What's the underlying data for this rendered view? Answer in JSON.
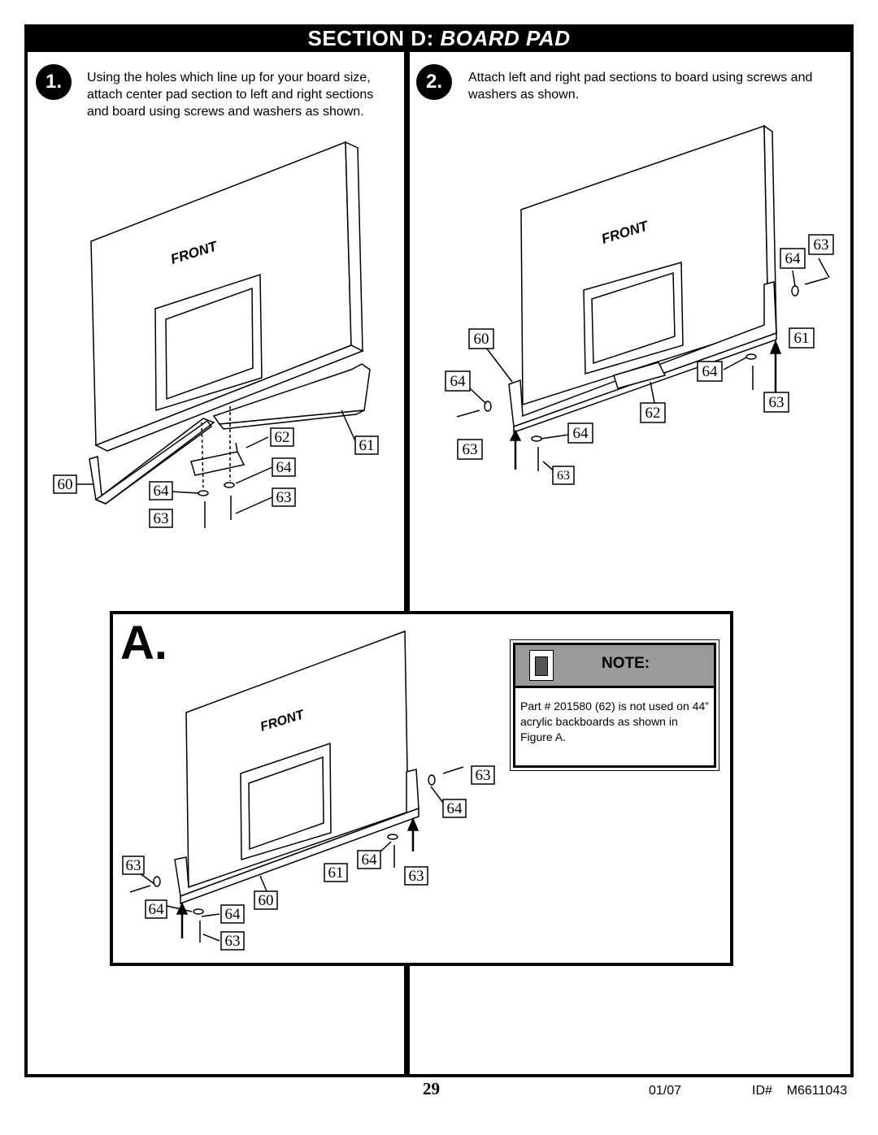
{
  "header": {
    "prefix": "SECTION D: ",
    "title": "BOARD PAD"
  },
  "step1": {
    "number": "1.",
    "text": "Using the holes which line up for your board size, attach center pad section to left and right sections and board using screws and washers as shown."
  },
  "step2": {
    "number": "2.",
    "text": "Attach left and right pad sections to board using screws and washers as shown."
  },
  "board_label": "FRONT",
  "figure": {
    "letter": "A."
  },
  "note": {
    "title": "NOTE:",
    "text": "Part # 201580 (62) is not used on 44” acrylic backboards as shown in Figure A."
  },
  "part_labels": {
    "p60": "60",
    "p61": "61",
    "p62": "62",
    "p63": "63",
    "p64": "64"
  },
  "footer": {
    "page": "29",
    "date": "01/07",
    "id": "ID#    M6611043"
  }
}
